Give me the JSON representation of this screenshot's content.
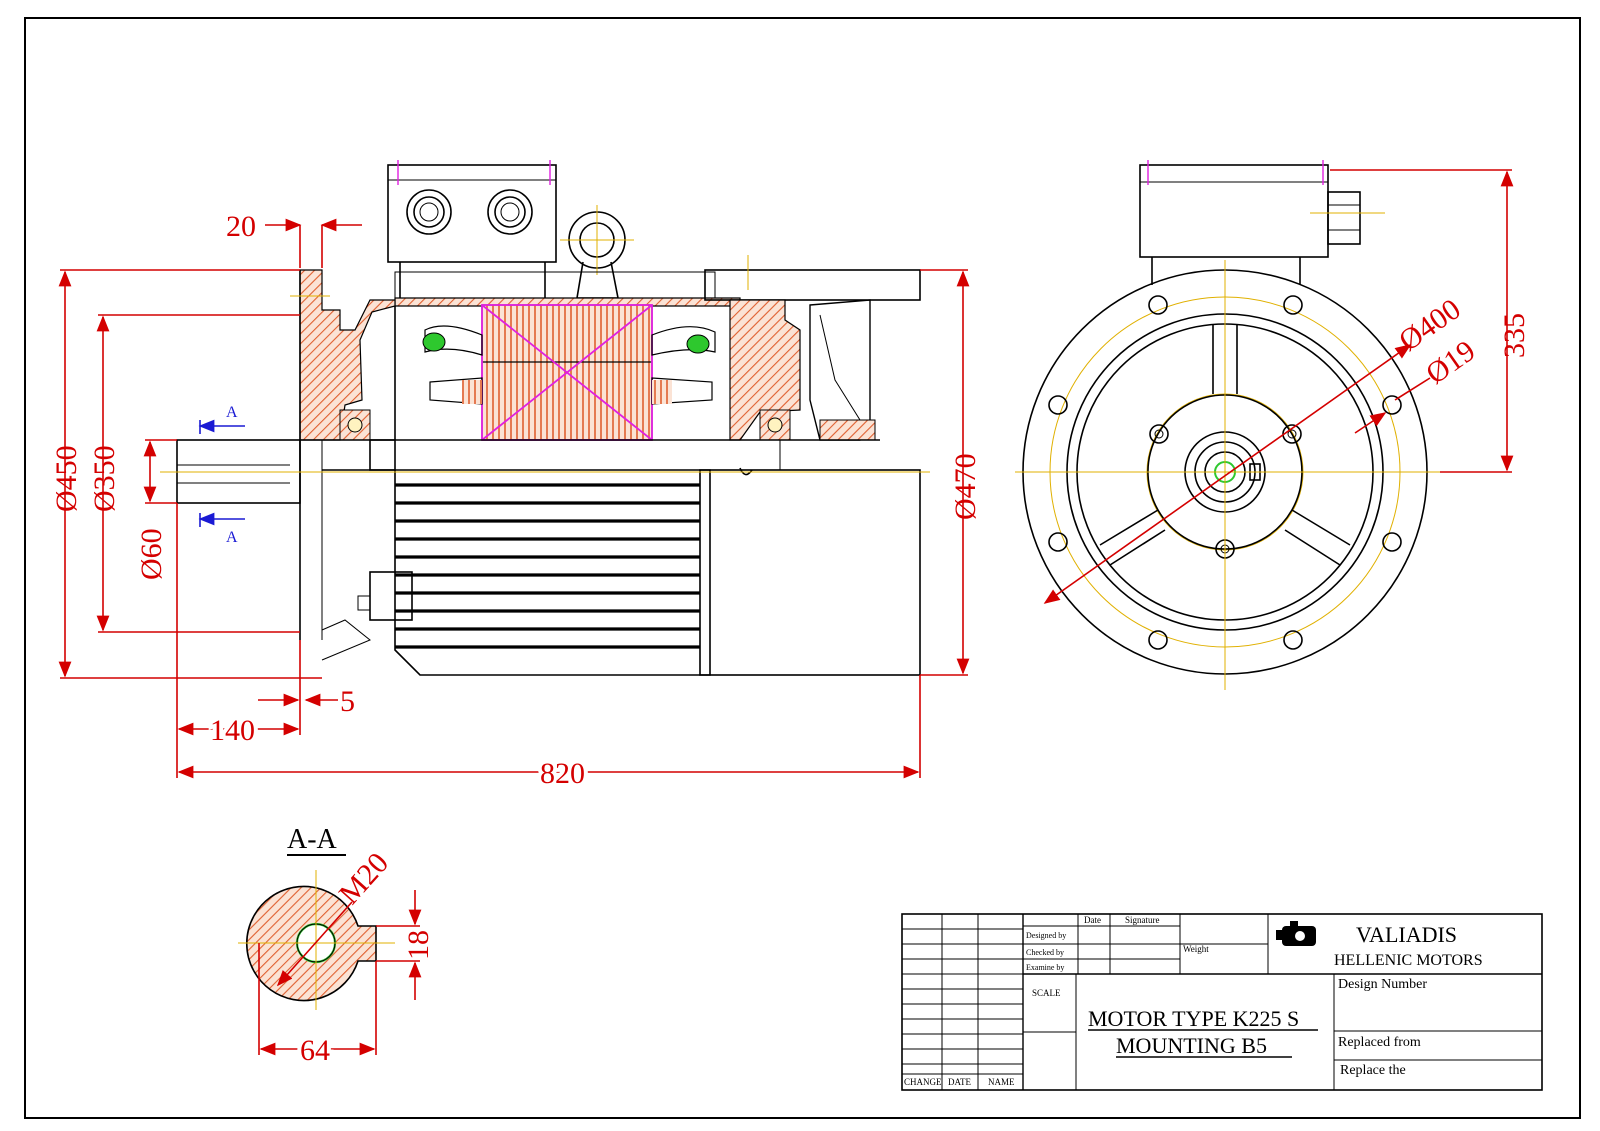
{
  "dimensions": {
    "d450": "Ø450",
    "d350": "Ø350",
    "d60": "Ø60",
    "d470": "Ø470",
    "d400": "Ø400",
    "d19": "Ø19",
    "h335": "335",
    "w20": "20",
    "w5": "5",
    "w140": "140",
    "w820": "820",
    "m20": "M20",
    "k18": "18",
    "w64": "64"
  },
  "section": {
    "marker": "A",
    "title": "A-A"
  },
  "title_block": {
    "col_date": "Date",
    "col_signature": "Signature",
    "designed_by": "Designed by",
    "checked_by": "Checked by",
    "examine_by": "Examine by",
    "weight": "Weight",
    "scale": "SCALE",
    "company_line1": "VALIADIS",
    "company_line2": "HELLENIC MOTORS",
    "design_number": "Design Number",
    "drawing_title_line1": "MOTOR TYPE K225 S",
    "drawing_title_line2": "MOUNTING   B5",
    "replaced_from": "Replaced from",
    "replace_the": "Replace the",
    "change": "CHANGE",
    "date": "DATE",
    "name": "NAME"
  },
  "colors": {
    "dimension": "#d40000",
    "outline": "#000000",
    "centerline": "#e0b000",
    "hatch": "#e06030",
    "winding": "#e020e0",
    "section_arrow": "#1a1ad4",
    "bearing_mark": "#2ec82e"
  }
}
